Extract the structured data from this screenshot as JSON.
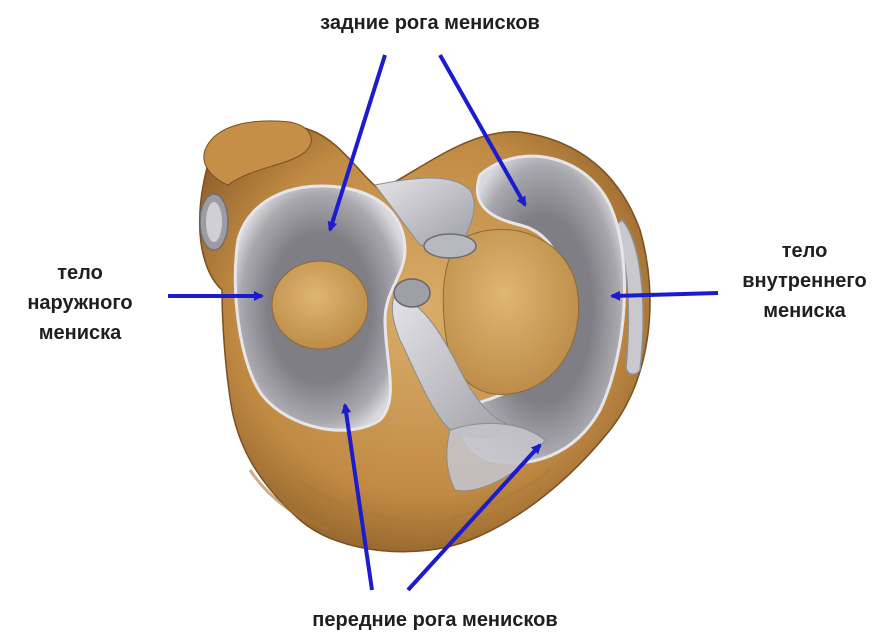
{
  "labels": {
    "posterior_horns": "задние рога менисков",
    "anterior_horns": "передние рога менисков",
    "lateral_body": [
      "тело",
      "наружного",
      "мениска"
    ],
    "medial_body": [
      "тело",
      "внутреннего",
      "мениска"
    ]
  },
  "colors": {
    "arrow": "#1c1ccf",
    "bone": "#c79a55",
    "meniscus": "#9c9aa0",
    "cartilage": "#d3a866",
    "ligament": "#c9c9cf"
  }
}
